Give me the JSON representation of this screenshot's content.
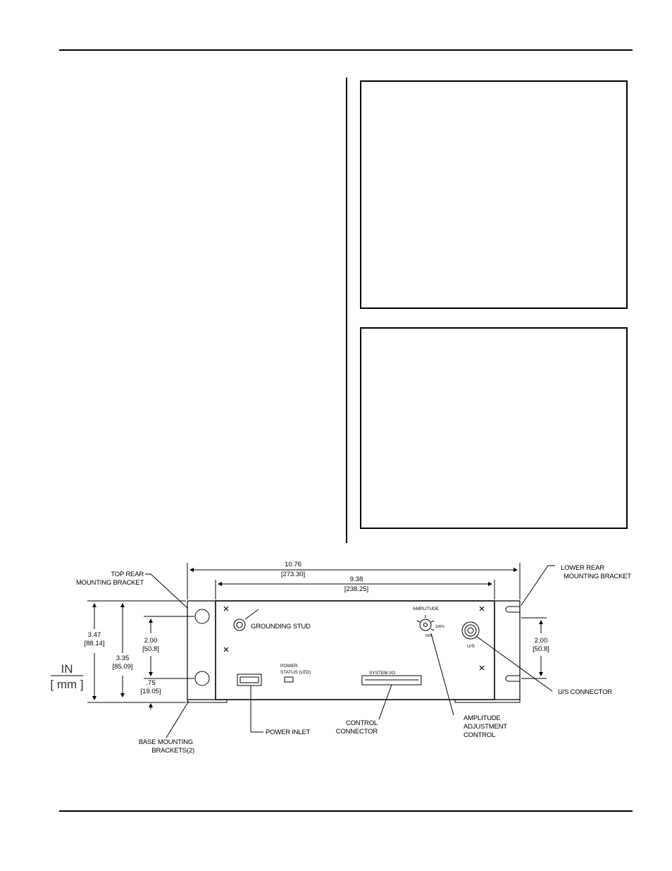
{
  "labels": {
    "top_rear_bracket_1": "TOP REAR",
    "top_rear_bracket_2": "MOUNTING BRACKET",
    "lower_rear_bracket_1": "LOWER REAR",
    "lower_rear_bracket_2": "MOUNTING BRACKET",
    "grounding_stud": "GROUNDING STUD",
    "power_status_1": "POWER",
    "power_status_2": "STATUS (LED)",
    "system_io": "SYSTEM I/O",
    "amplitude": "AMPLITUDE",
    "amplitude_100": "100%",
    "amplitude_50": "50%",
    "us": "U/S",
    "us_connector": "U/S CONNECTOR",
    "base_brackets_1": "BASE MOUNTING",
    "base_brackets_2": "BRACKETS(2)",
    "power_inlet": "POWER INLET",
    "control_connector_1": "CONTROL",
    "control_connector_2": "CONNECTOR",
    "amp_adjust_1": "AMPLITUDE",
    "amp_adjust_2": "ADJUSTMENT",
    "amp_adjust_3": "CONTROL"
  },
  "dimensions": {
    "overall_width_in": "10.76",
    "overall_width_mm": "[273.30]",
    "body_width_in": "9.38",
    "body_width_mm": "[238.25]",
    "overall_height_in": "3.47",
    "overall_height_mm": "[88.14]",
    "body_height_in": "3.35",
    "body_height_mm": "[85.09]",
    "left_hole_spacing_in": "2.00",
    "left_hole_spacing_mm": "[50.8]",
    "bottom_hole_in": ".75",
    "bottom_hole_mm": "[19.05]",
    "right_hole_spacing_in": "2.00",
    "right_hole_spacing_mm": "[50.8]"
  },
  "units_legend": {
    "top": "IN",
    "bottom": "[ mm ]"
  }
}
